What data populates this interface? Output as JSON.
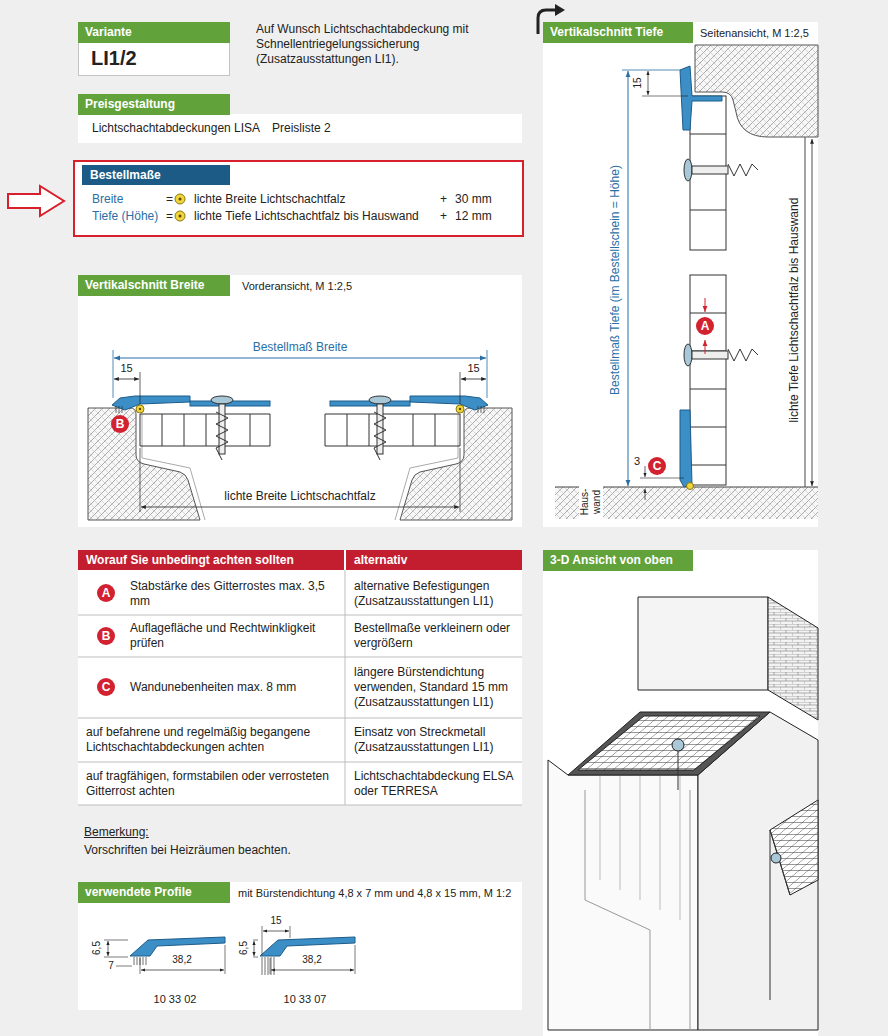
{
  "diagram": {
    "nodes": [
      {
        "text": [
          "Variante",
          "LI1/2"
        ]
      },
      {
        "text": [
          "Preisgestaltung",
          "Lichtschachtabdeckungen LISA",
          "Preisliste 2"
        ]
      },
      {
        "text": [
          "Bestellmaße",
          "Breite",
          "=",
          "lichte Breite Lichtschachtfalz",
          "+",
          "30 mm",
          "Tiefe (Höhe)",
          "=",
          "lichte Tiefe Lichtschachtfalz bis Hauswand",
          "+",
          "12 mm"
        ]
      },
      {
        "text": [
          "Vertikalschnitt Breite",
          "Vorderansicht, M 1:2,5"
        ]
      },
      {
        "text": [
          "verwendete Profile",
          "mit Bürstendichtung 4,8 x 7 mm und 4,8 x 15 mm, M 1:2"
        ]
      },
      {
        "text": [
          "Vertikalschnitt Tiefe",
          "Seitenansicht, M 1:2,5"
        ]
      },
      {
        "text": [
          "3-D Ansicht von oben"
        ]
      }
    ],
    "labels": [
      "Auf Wunsch Lichtschachtabdeckung mit Schnellentriegelungssicherung (Zusatzausstattungen LI1).",
      "Bestellmaß Breite",
      "15",
      "15",
      "B",
      "lichte Breite Lichtschachtfalz",
      "Worauf Sie unbedingt achten sollten",
      "alternativ",
      "A",
      "Stabstärke des Gitterrostes max. 3,5 mm",
      "alternative Befestigungen (Zusatzausstattungen LI1)",
      "B",
      "Auflagefläche und Rechtwinkligkeit prüfen",
      "Bestellmaße verkleinern oder vergrößern",
      "C",
      "Wandunebenheiten max. 8 mm",
      "längere Bürstendichtung verwenden, Standard 15 mm (Zusatzausstattungen LI1)",
      "auf befahrene und regelmäßig begangene Lichtschachtabdeckungen achten",
      "Einsatz von Streckmetall (Zusatzausstattungen LI1)",
      "auf tragfähigen, formstabilen oder verrosteten Gitterrost achten",
      "Lichtschachtabdeckung ELSA oder TERRESA",
      "Bemerkung:",
      "Vorschriften bei Heizräumen beachten.",
      "6,5",
      "7",
      "38,2",
      "10 33 02",
      "15",
      "6,5",
      "38,2",
      "10 33 07",
      "15",
      "Bestellmaß Tiefe (im Bestellschein = Höhe)",
      "lichte Tiefe Lichtschachtfalz bis Hauswand",
      "A",
      "3",
      "C",
      "Haus- wand"
    ]
  }
}
